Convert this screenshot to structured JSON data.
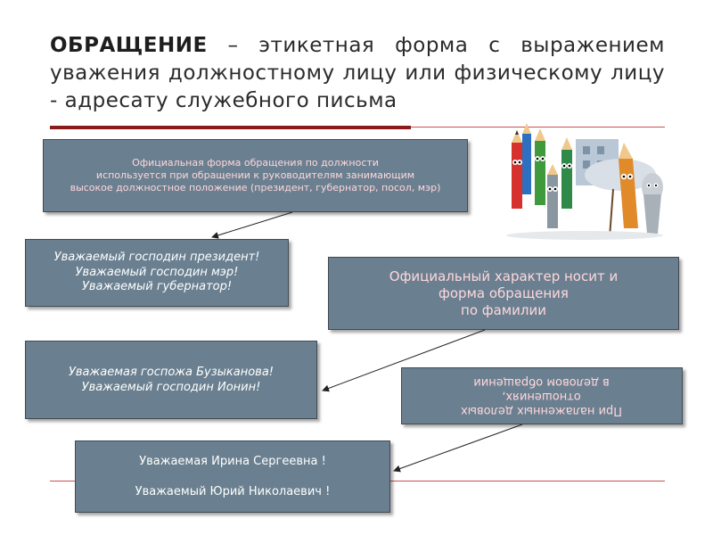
{
  "title": {
    "term": "ОБРАЩЕНИЕ",
    "rest": " – этикетная форма с выражением уважения должностному лицу или физическому лицу - адресату служебного письма"
  },
  "box_official_position": {
    "lines": [
      "Официальная форма обращения по должности",
      "используется при обращении к руководителям занимающим",
      "высокое должностное положение (президент, губернатор, посол, мэр)"
    ]
  },
  "box_position_examples": {
    "lines": [
      "Уважаемый господин президент!",
      "Уважаемый господин мэр!",
      "Уважаемый губернатор!"
    ]
  },
  "box_surname_form": {
    "lines": [
      "Официальный характер носит и",
      "форма обращения",
      "по фамилии"
    ]
  },
  "box_surname_examples": {
    "lines": [
      "Уважаемая госпожа Бузыканова!",
      "Уважаемый господин Ионин!"
    ]
  },
  "box_business_relations": {
    "lines": [
      "При налаженных деловых",
      "отношениях,",
      "в деловом обращении"
    ]
  },
  "box_name_examples": {
    "lines": [
      "Уважаемая Ирина Сергеевна !",
      "",
      "Уважаемый Юрий Николаевич !"
    ]
  },
  "illustration": {
    "icon": "cartoon-pencils-illustration"
  },
  "colors": {
    "box_fill": "#6a8090",
    "pink_text": "#ffd6dc",
    "rule_dark": "#8b1a1a",
    "rule_light": "#c95050"
  }
}
